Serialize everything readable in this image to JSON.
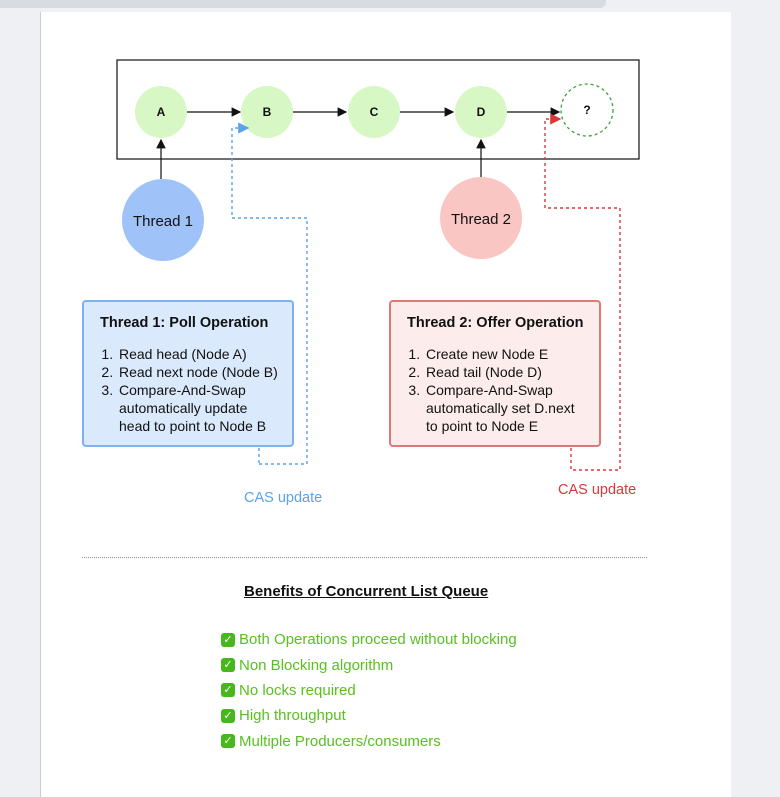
{
  "diagram": {
    "nodes": [
      "A",
      "B",
      "C",
      "D",
      "?"
    ],
    "thread1": "Thread 1",
    "thread2": "Thread 2",
    "colors": {
      "node_fill": "#d7f7c4",
      "thread1": "#9fc3f9",
      "thread2": "#f9c6c4",
      "cas_blue": "#5aa2ea",
      "cas_red": "#d9383a",
      "benefit_green": "#58c021"
    }
  },
  "poll": {
    "title": "Thread 1: Poll Operation",
    "steps": [
      "Read head (Node A)",
      "Read next node (Node B)",
      "Compare-And-Swap automatically update head to point to Node B"
    ]
  },
  "offer": {
    "title": "Thread 2: Offer Operation",
    "steps": [
      "Create new Node E",
      "Read tail (Node D)",
      "Compare-And-Swap automatically set D.next to point to Node E"
    ]
  },
  "cas_label_blue": "CAS update",
  "cas_label_red": "CAS update",
  "benefits": {
    "title": "Benefits of Concurrent List Queue",
    "items": [
      "Both Operations proceed without blocking",
      "Non Blocking algorithm",
      "No locks required",
      "High throughput",
      "Multiple Producers/consumers"
    ],
    "icon": "check-mark-icon"
  }
}
